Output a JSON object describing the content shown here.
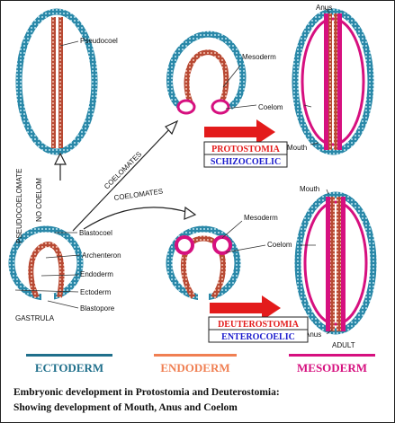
{
  "labels": {
    "anus_top": "Anus",
    "pseudocoel": "Pseudocoel",
    "mesoderm_top": "Mesoderm",
    "coelom_top": "Coelom",
    "mouth_top": "Mouth",
    "pseudocoelomate": "PSEUDOCOELOMATE",
    "no_coelom": "NO COELOM",
    "coelomates_upper": "COELOMATES",
    "coelomates_lower": "COELOMATES",
    "blastocoel": "Blastocoel",
    "mesoderm_bottom": "Mesoderm",
    "archenteron": "Archenteron",
    "coelom_bottom": "Coelom",
    "endoderm": "Endoderm",
    "ectoderm": "Ectoderm",
    "blastopore": "Blastopore",
    "gastrula": "GASTRULA",
    "mouth_bottom": "Mouth",
    "anus_bottom": "Anus",
    "adult": "ADULT"
  },
  "boxes": {
    "protostomia": "PROTOSTOMIA",
    "schizocoelic": "SCHIZOCOELIC",
    "deuterostomia": "DEUTEROSTOMIA",
    "enterocoelic": "ENTEROCOELIC"
  },
  "legend": [
    {
      "label": "ECTODERM",
      "color": "#1f6f8b"
    },
    {
      "label": "ENDODERM",
      "color": "#f07f52"
    },
    {
      "label": "MESODERM",
      "color": "#d6107f"
    }
  ],
  "caption": {
    "line1": "Embryonic development in Protostomia and Deuterostomia:",
    "line2": "Showing development of Mouth, Anus and Coelom"
  },
  "colors": {
    "ectoderm": "#2a88a8",
    "endoderm": "#c8503a",
    "mesoderm": "#d6107f",
    "arrow": "#e31b1b"
  }
}
